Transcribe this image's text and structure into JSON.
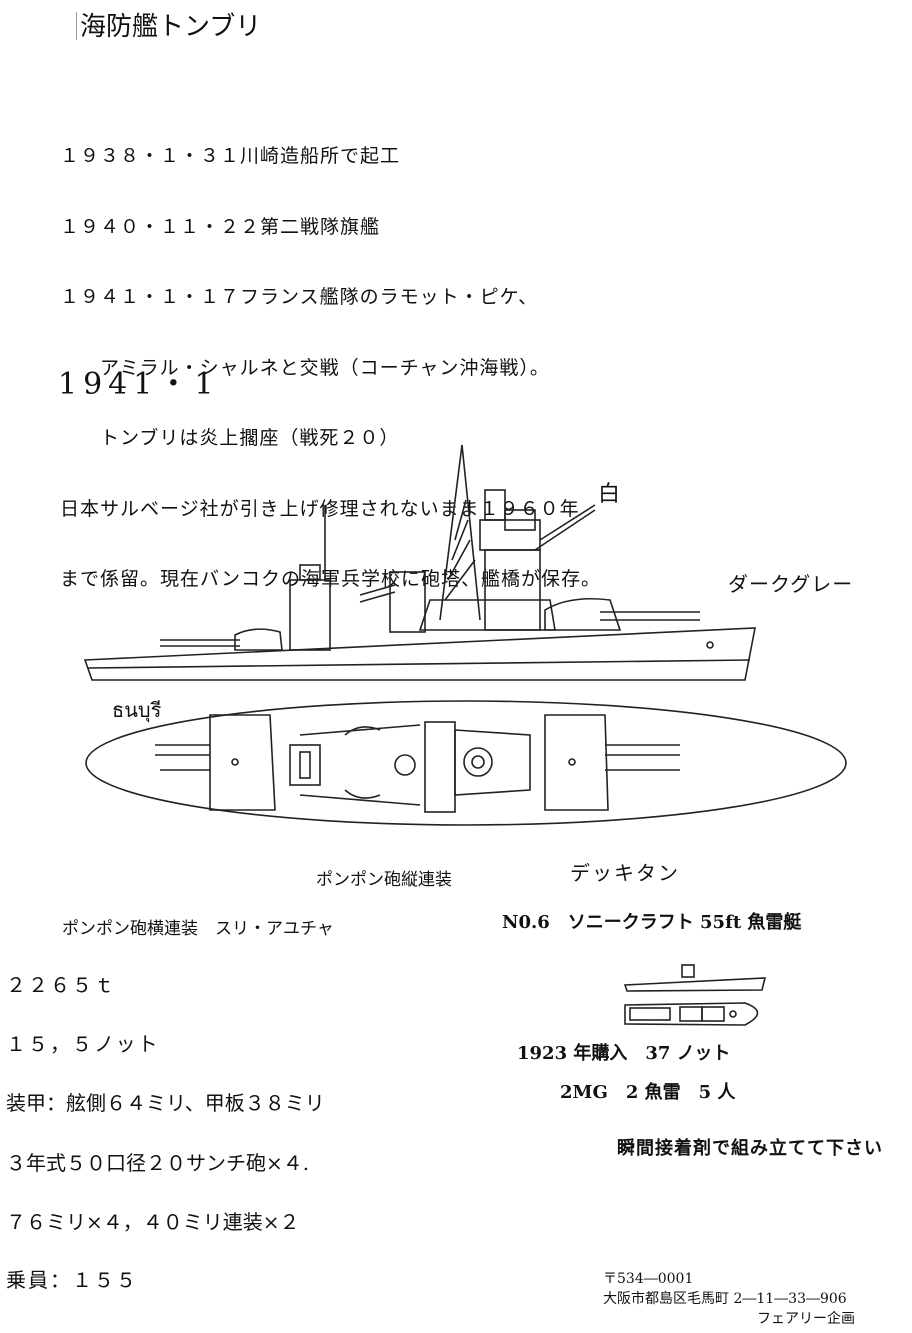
{
  "title": "海防艦トンブリ",
  "history": [
    "１９３８・１・３１川崎造船所で起工",
    "１９４０・１１・２２第二戦隊旗艦",
    "１９４１・１・１７フランス艦隊のラモット・ピケ、",
    "　　アミラル・シャルネと交戦（コーチャン沖海戦）。",
    "　　トンブリは炎上擱座（戦死２０）",
    "日本サルベージ社が引き上げ修理されないまま１９６０年",
    "まで係留。現在バンコクの海軍兵学校に砲塔、艦橋が保存。"
  ],
  "config_date": "1941・1",
  "drawing_labels": {
    "white": "白",
    "dark_grey": "ダークグレー",
    "ship_name_thai": "ธนบุรี"
  },
  "captions": {
    "pompom_vertical": "ポンポン砲縦連装",
    "deck_tan": "デッキタン",
    "pompom_horizontal": "ポンポン砲横連装　スリ・アユチャ"
  },
  "specs": [
    "２２６５ｔ",
    "１５，５ノット",
    "装甲：舷側６４ミリ、甲板３８ミリ",
    "３年式５０口径２０サンチ砲×４.",
    "７６ミリ×４，４０ミリ連装×２",
    "乗員：１５５"
  ],
  "torpedo_boat": {
    "title": "N0.6　ソニークラフト 55ft 魚雷艇",
    "line1": "1923 年購入　37 ノット",
    "line2": "2MG　2 魚雷　5 人"
  },
  "instruction": "瞬間接着剤で組み立てて下さい",
  "publisher": {
    "postal": "〒534―0001",
    "address": "大阪市都島区毛馬町 2―11―33―906",
    "name": "フェアリー企画"
  }
}
